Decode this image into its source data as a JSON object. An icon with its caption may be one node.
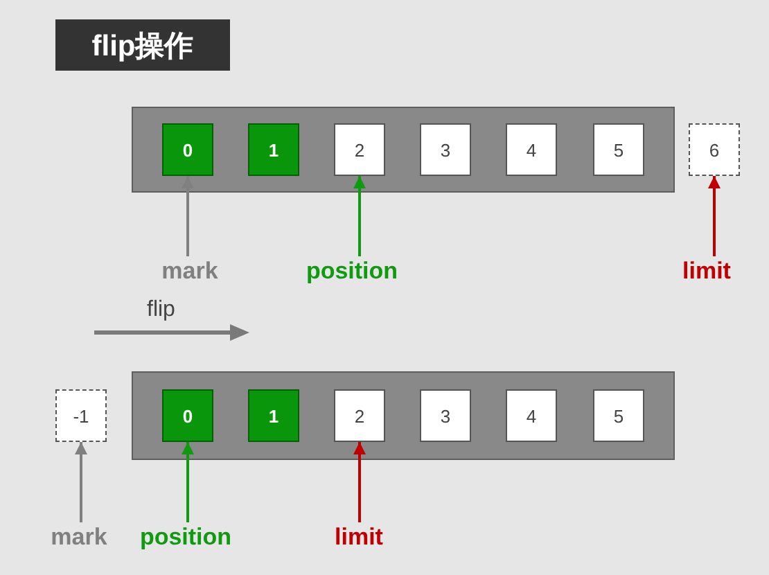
{
  "diagram": {
    "title": "flip操作",
    "nodes": [
      {
        "text": [],
        "shape": "bar"
      },
      {
        "text": [
          "0"
        ],
        "in": 0
      },
      {
        "text": [
          "1"
        ],
        "in": 0
      },
      {
        "text": [
          "2"
        ],
        "in": 0
      },
      {
        "text": [
          "3"
        ],
        "in": 0
      },
      {
        "text": [
          "4"
        ],
        "in": 0
      },
      {
        "text": [
          "5"
        ],
        "in": 0
      },
      {
        "text": [
          "6"
        ]
      },
      {
        "text": [
          "mark"
        ]
      },
      {
        "text": [
          "position"
        ]
      },
      {
        "text": [
          "limit"
        ]
      },
      {
        "text": [
          "-1"
        ]
      },
      {
        "text": [],
        "shape": "bar"
      },
      {
        "text": [
          "0"
        ],
        "in": 12
      },
      {
        "text": [
          "1"
        ],
        "in": 12
      },
      {
        "text": [
          "2"
        ],
        "in": 12
      },
      {
        "text": [
          "3"
        ],
        "in": 12
      },
      {
        "text": [
          "4"
        ],
        "in": 12
      },
      {
        "text": [
          "5"
        ],
        "in": 12
      },
      {
        "text": [
          "mark"
        ]
      },
      {
        "text": [
          "position"
        ]
      },
      {
        "text": [
          "limit"
        ]
      }
    ],
    "edges": [
      {
        "from": 8,
        "to": 1,
        "arrow": "to",
        "color": "#808080"
      },
      {
        "from": 9,
        "to": 3,
        "arrow": "to",
        "color": "#109a10"
      },
      {
        "from": 10,
        "to": 7,
        "arrow": "to",
        "color": "#c00000"
      },
      {
        "from": 19,
        "to": 11,
        "arrow": "to",
        "color": "#808080"
      },
      {
        "from": 20,
        "to": 13,
        "arrow": "to",
        "color": "#109a10"
      },
      {
        "from": 21,
        "to": 15,
        "arrow": "to",
        "color": "#c00000"
      }
    ],
    "labels": [
      "flip"
    ]
  }
}
